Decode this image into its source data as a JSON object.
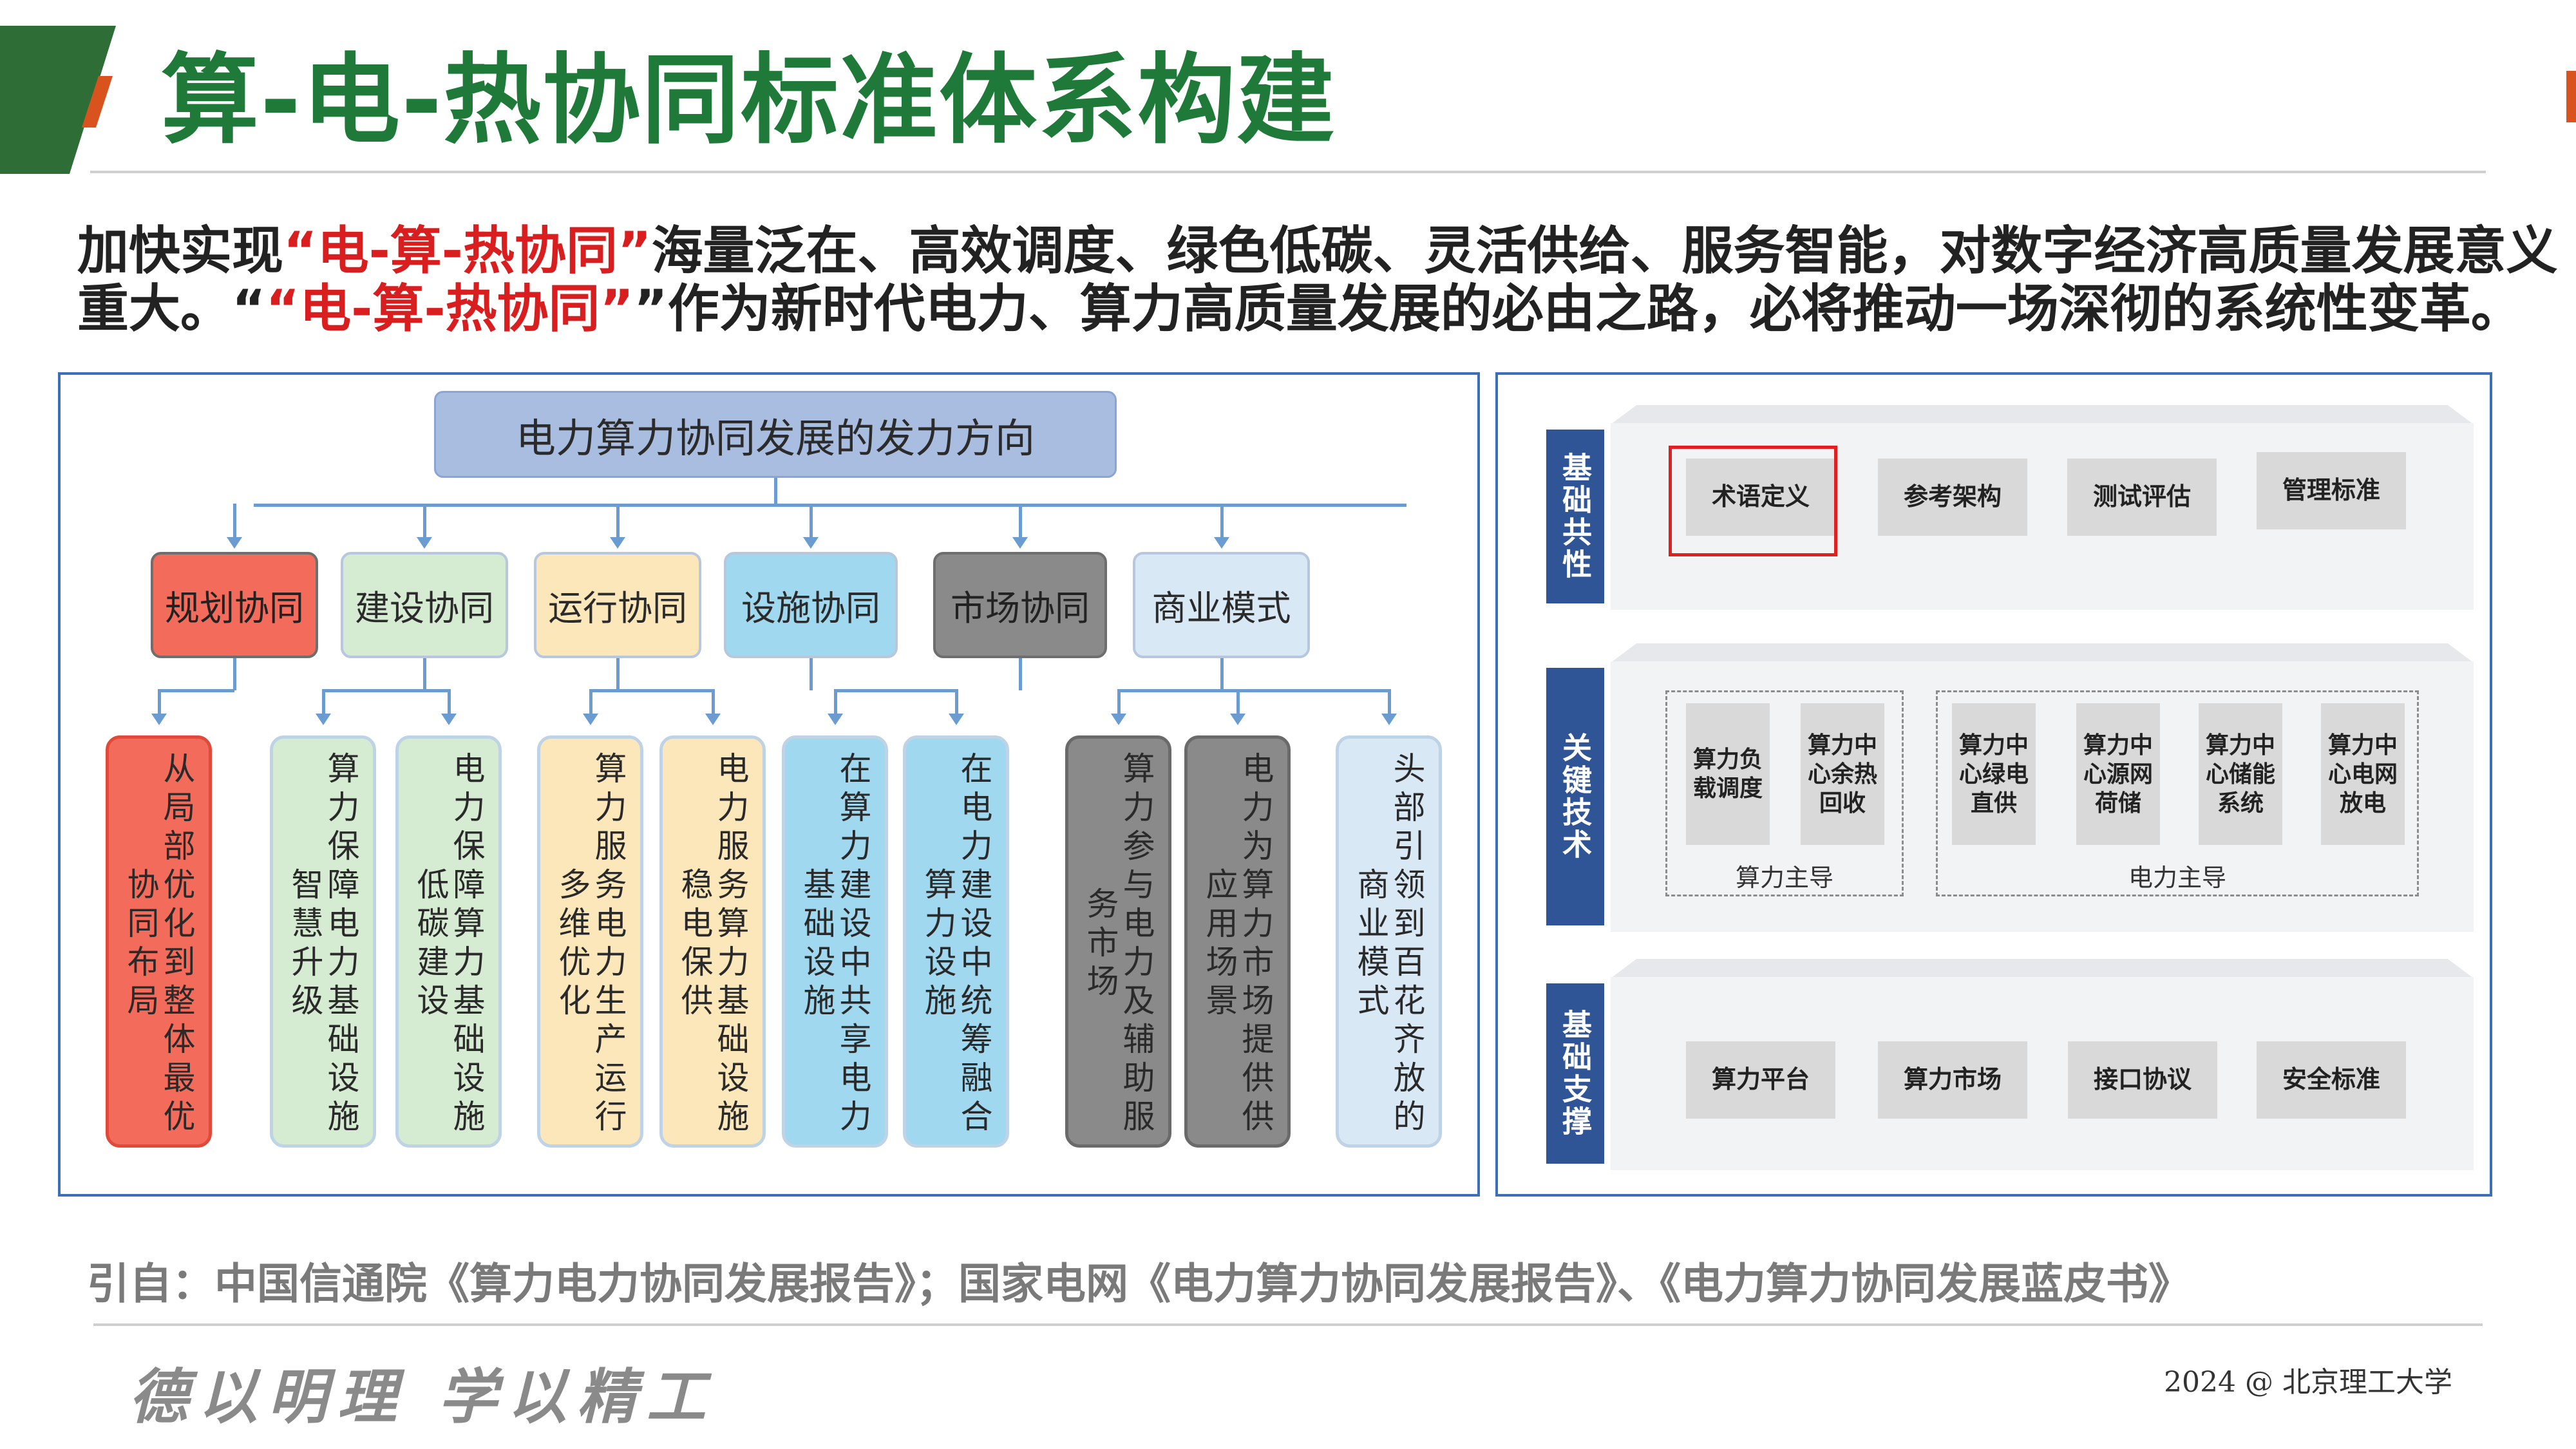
{
  "title": "算-电-热协同标准体系构建",
  "intro": {
    "line1_a": "加快实现",
    "line1_red": "“电-算-热协同”",
    "line1_b": "海量泛在、高效调度、绿色低碳、灵活供给、服务智能，对数字经济高质量发展意义",
    "line2_a": "重大。“",
    "line2_red": "“电-算-热协同”",
    "line2_b": "”作为新时代电力、算力高质量发展的必由之路，必将推动一场深彻的系统性变革。"
  },
  "tree": {
    "root": "电力算力协同发展的发力方向",
    "categories": [
      {
        "label": "规划协同",
        "bg": "#f26b5b",
        "children": [
          "从局部优化到整体最优协同布局"
        ]
      },
      {
        "label": "建设协同",
        "bg": "#d6ecd2",
        "children": [
          "算力保障电力基础设施智慧升级",
          "电力保障算力基础设施低碳建设"
        ]
      },
      {
        "label": "运行协同",
        "bg": "#fbe7b9",
        "children": [
          "算力服务电力生产运行多维优化",
          "电力服务算力基础设施稳电保供"
        ]
      },
      {
        "label": "设施协同",
        "bg": "#9fd8ef",
        "children": [
          "在算力建设中共享电力基础设施",
          "在电力建设中统筹融合算力设施"
        ]
      },
      {
        "label": "市场协同",
        "bg": "#8a8a8a",
        "children": [
          "算力参与电力及辅助服务市场",
          "电力为算力市场提供供应用场景"
        ]
      },
      {
        "label": "商业模式",
        "bg": "#d9e8f5",
        "children": [
          "头部引领到百花齐放的商业模式"
        ]
      }
    ]
  },
  "standards": {
    "layers": [
      {
        "name": "基础共性",
        "items": [
          "术语定义",
          "参考架构",
          "测试评估",
          "管理标准"
        ]
      },
      {
        "name": "关键技术",
        "groups": [
          {
            "caption": "算力主导",
            "items": [
              "算力负载调度",
              "算力中心余热回收"
            ]
          },
          {
            "caption": "电力主导",
            "items": [
              "算力中心绿电直供",
              "算力中心源网荷储",
              "算力中心储能系统",
              "算力中心电网放电"
            ]
          }
        ]
      },
      {
        "name": "基础支撑",
        "items": [
          "算力平台",
          "算力市场",
          "接口协议",
          "安全标准"
        ]
      }
    ]
  },
  "citation": "引自：中国信通院《算力电力协同发展报告》；国家电网《电力算力协同发展报告》、《电力算力协同发展蓝皮书》",
  "motto": "德以明理 学以精工",
  "footer": "2024 @ 北京理工大学"
}
